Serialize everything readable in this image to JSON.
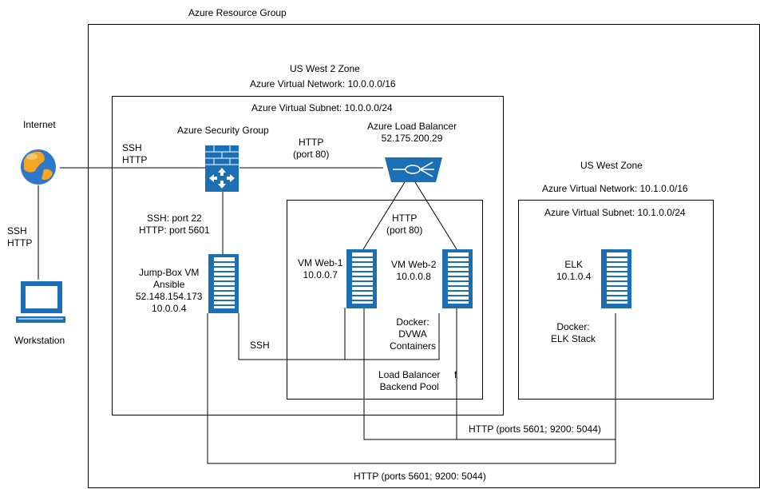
{
  "labels": {
    "resource_group": "Azure Resource Group",
    "us_west2_zone": "US West 2 Zone",
    "vnet_west2": "Azure Virtual Network: 10.0.0.0/16",
    "subnet_west2": "Azure Virtual Subnet: 10.0.0.0/24",
    "internet": "Internet",
    "security_group": "Azure Security Group",
    "load_balancer": "Azure Load Balancer\n52.175.200.29",
    "ssh_http_internet": "SSH\nHTTP",
    "http_port80_top": "HTTP\n(port 80)",
    "http_port80_pool": "HTTP\n(port 80)",
    "ssh_http_workstation": "SSH\nHTTP",
    "workstation": "Workstation",
    "sg_ports": "SSH: port 22\nHTTP: port 5601",
    "jumpbox": "Jump-Box VM\nAnsible\n52.148.154.173\n10.0.0.4",
    "vm_web1": "VM Web-1\n10.0.0.7",
    "vm_web2": "VM Web-2\n10.0.0.8",
    "docker_dvwa": "Docker:\nDVWA\nContainers",
    "ssh": "SSH",
    "lb_backend_pool": "Load Balancer\nBackend Pool",
    "pool_f": "f",
    "us_west_zone": "US West Zone",
    "vnet_west": "Azure Virtual Network: 10.1.0.0/16",
    "subnet_west": "Azure Virtual Subnet: 10.1.0.0/24",
    "elk": "ELK\n10.1.0.4",
    "docker_elk": "Docker:\nELK Stack",
    "http_ports_inner": "HTTP (ports 5601; 9200: 5044)",
    "http_ports_outer": "HTTP (ports 5601; 9200: 5044)"
  },
  "icons": {
    "internet": "globe-icon",
    "workstation": "computer-icon",
    "security_group": "firewall-icon",
    "load_balancer": "load-balancer-icon",
    "server": "server-icon"
  },
  "colors": {
    "globe_blue": "#2f77c8",
    "globe_land": "#f5a623",
    "device_blue": "#1a6fb5",
    "device_dark": "#0d4f8b",
    "line": "#000000"
  }
}
